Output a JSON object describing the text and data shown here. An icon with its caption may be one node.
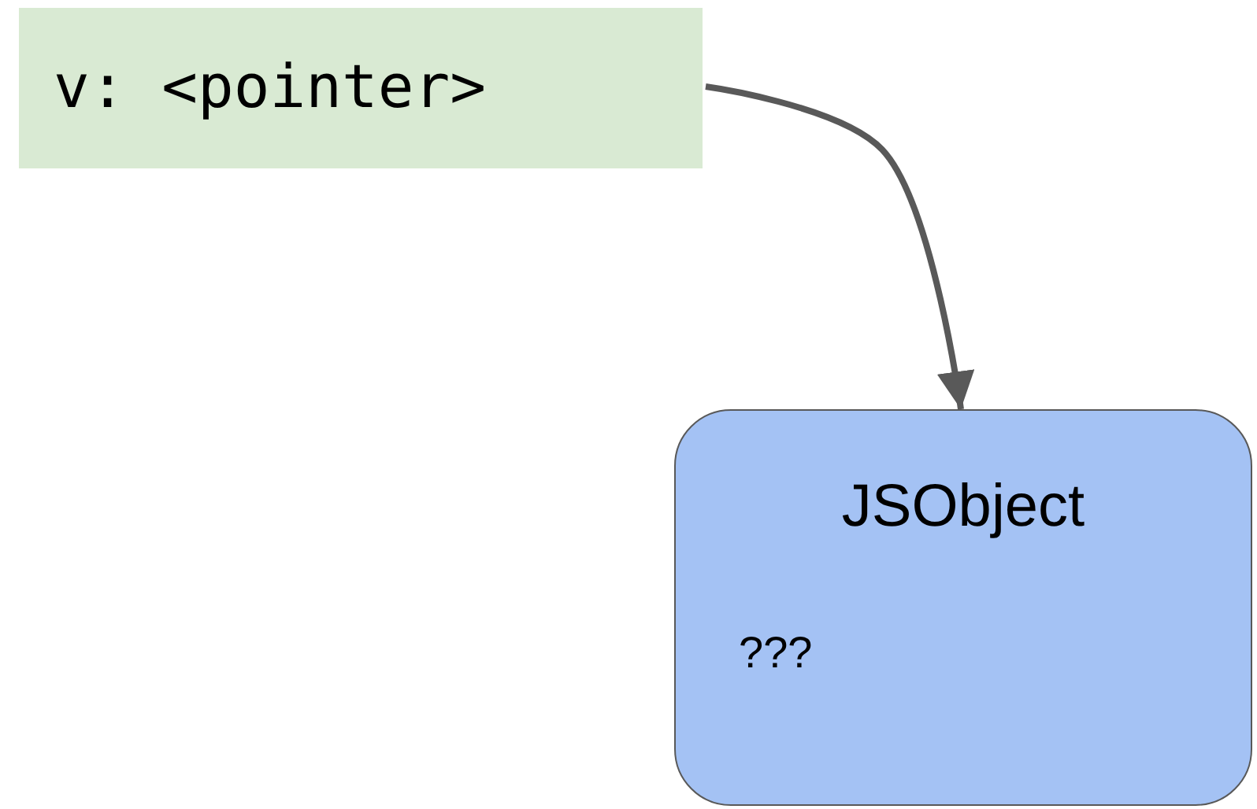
{
  "diagram": {
    "nodes": [
      {
        "text": [
          "v: <pointer>"
        ]
      },
      {
        "text": [
          "JSObject",
          "???"
        ]
      }
    ],
    "edges": [
      {
        "from": 0,
        "to": 1,
        "arrow": "to",
        "color": "#595959"
      }
    ]
  }
}
